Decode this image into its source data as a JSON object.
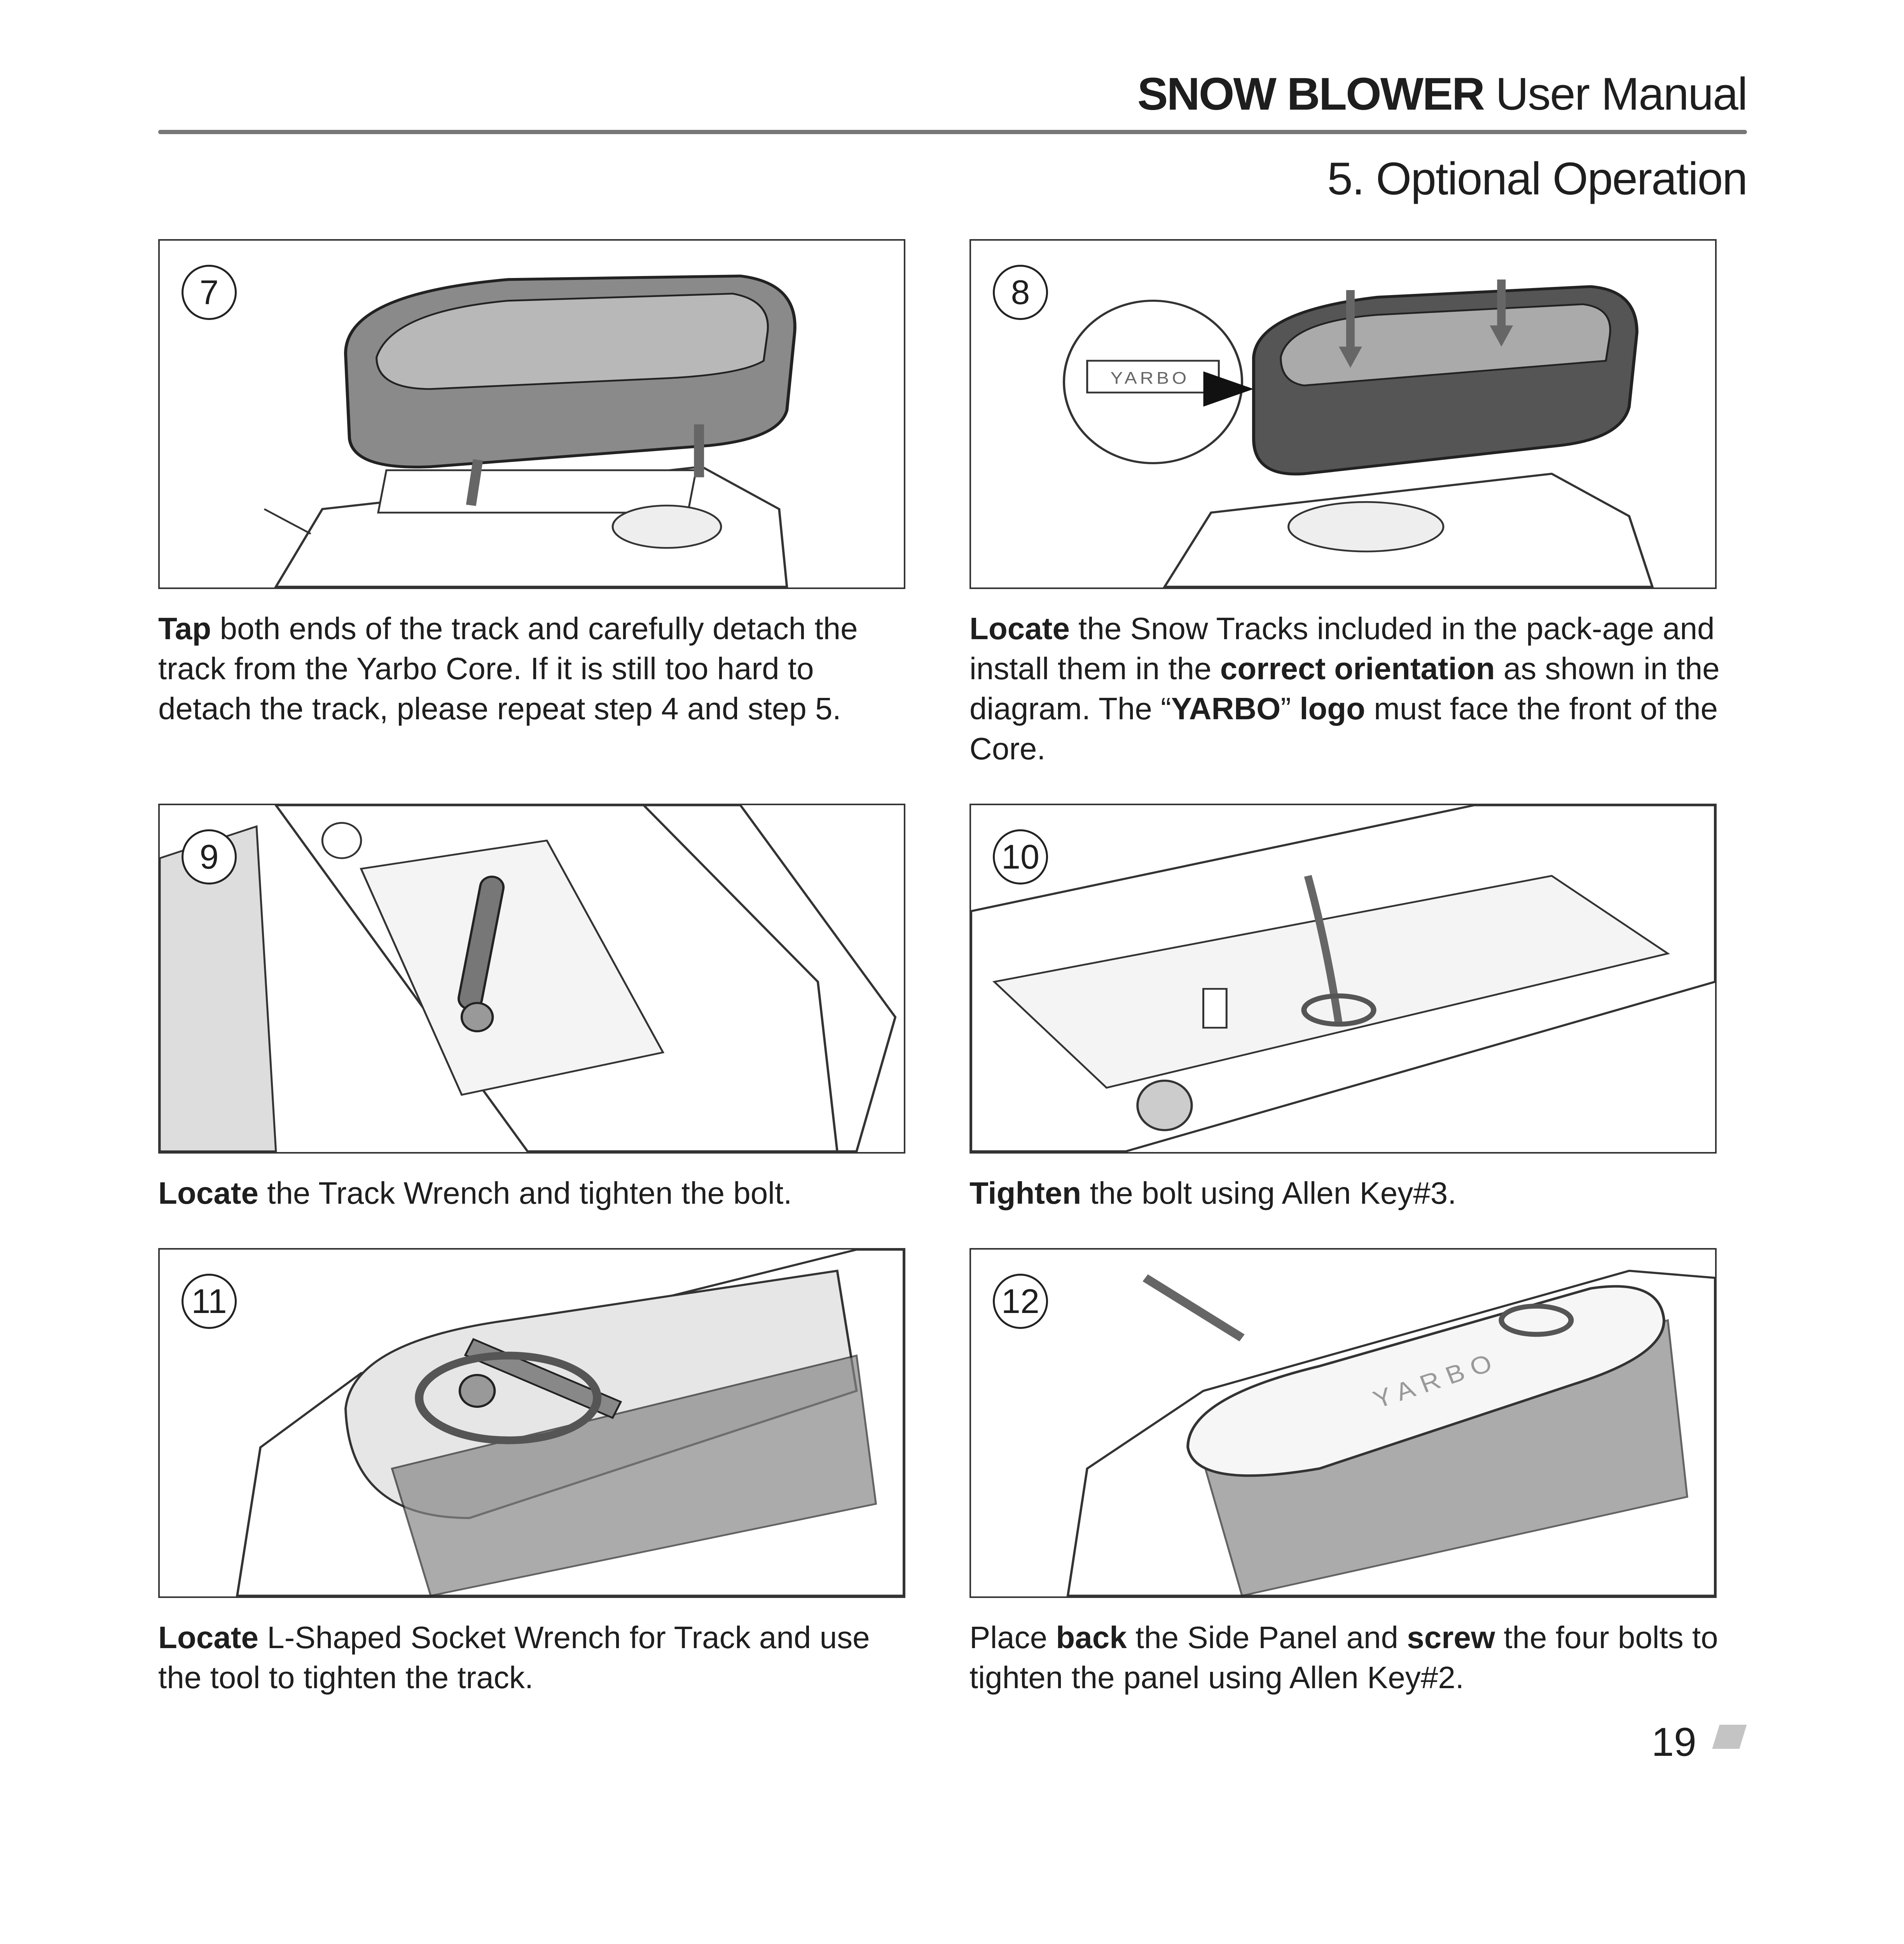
{
  "header": {
    "product": "SNOW BLOWER",
    "doc": "User Manual"
  },
  "section_title": "5. Optional Operation",
  "steps": [
    {
      "number": "7",
      "caption_bold": "Tap",
      "caption_rest": " both ends of the track and carefully detach the track from the Yarbo Core. If it is still too hard to detach the track, please repeat step 4 and step 5."
    },
    {
      "number": "8",
      "caption_parts": [
        "Locate",
        " the Snow Tracks included in the pack-age and install them in the ",
        "correct orientation",
        " as shown in the diagram. The “",
        "YARBO",
        "” ",
        "logo",
        " must face the front of the Core."
      ],
      "logo_text": "YARBO"
    },
    {
      "number": "9",
      "caption_bold": "Locate",
      "caption_rest": " the Track Wrench and tighten the bolt."
    },
    {
      "number": "10",
      "caption_bold": "Tighten",
      "caption_rest": " the bolt using Allen Key#3."
    },
    {
      "number": "11",
      "caption_bold": "Locate",
      "caption_rest": " L-Shaped Socket Wrench for Track and use the tool to tighten the track."
    },
    {
      "number": "12",
      "caption_parts": [
        "Place ",
        "back",
        " the Side Panel and ",
        "screw",
        " the four bolts to tighten the panel using Allen Key#2."
      ],
      "logo_text": "YARBO"
    }
  ],
  "page_number": "19"
}
